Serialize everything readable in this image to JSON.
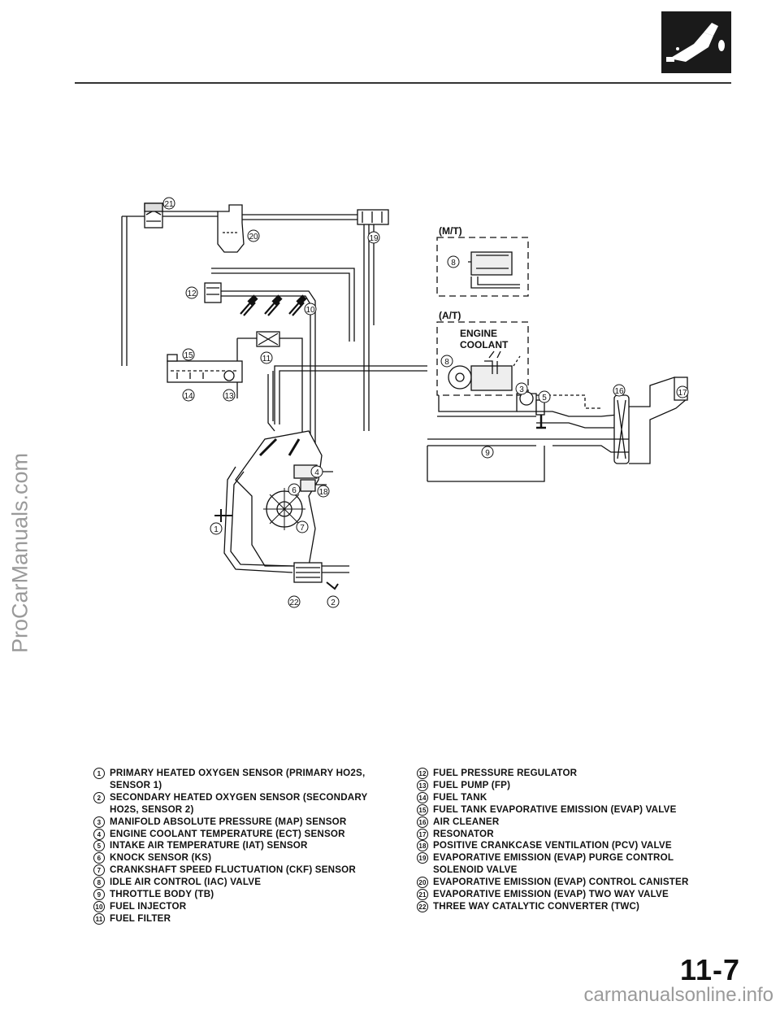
{
  "watermarks": {
    "side": "ProCarManuals.com",
    "bottom": "carmanualsonline.info"
  },
  "section_icon": "fuel-and-emissions-icon",
  "diagram": {
    "labels": {
      "mt": "(M/T)",
      "at": "(A/T)",
      "engine_coolant_line1": "ENGINE",
      "engine_coolant_line2": "COOLANT"
    },
    "callouts": [
      "1",
      "2",
      "3",
      "4",
      "5",
      "6",
      "7",
      "8",
      "9",
      "10",
      "11",
      "12",
      "13",
      "14",
      "15",
      "16",
      "17",
      "18",
      "19",
      "20",
      "21",
      "22"
    ]
  },
  "legend": {
    "left": [
      {
        "num": "1",
        "text": "PRIMARY HEATED OXYGEN SENSOR (PRIMARY HO2S, SENSOR 1)"
      },
      {
        "num": "2",
        "text": "SECONDARY HEATED OXYGEN SENSOR (SECONDARY HO2S, SENSOR 2)"
      },
      {
        "num": "3",
        "text": "MANIFOLD ABSOLUTE PRESSURE (MAP) SENSOR"
      },
      {
        "num": "4",
        "text": "ENGINE COOLANT TEMPERATURE (ECT) SENSOR"
      },
      {
        "num": "5",
        "text": "INTAKE AIR TEMPERATURE (IAT) SENSOR"
      },
      {
        "num": "6",
        "text": "KNOCK SENSOR (KS)"
      },
      {
        "num": "7",
        "text": "CRANKSHAFT SPEED FLUCTUATION (CKF) SENSOR"
      },
      {
        "num": "8",
        "text": "IDLE AIR CONTROL (IAC) VALVE"
      },
      {
        "num": "9",
        "text": "THROTTLE BODY (TB)"
      },
      {
        "num": "10",
        "text": "FUEL INJECTOR"
      },
      {
        "num": "11",
        "text": "FUEL FILTER"
      }
    ],
    "right": [
      {
        "num": "12",
        "text": "FUEL PRESSURE REGULATOR"
      },
      {
        "num": "13",
        "text": "FUEL PUMP (FP)"
      },
      {
        "num": "14",
        "text": "FUEL TANK"
      },
      {
        "num": "15",
        "text": "FUEL TANK EVAPORATIVE EMISSION (EVAP) VALVE"
      },
      {
        "num": "16",
        "text": "AIR CLEANER"
      },
      {
        "num": "17",
        "text": "RESONATOR"
      },
      {
        "num": "18",
        "text": "POSITIVE CRANKCASE VENTILATION (PCV) VALVE"
      },
      {
        "num": "19",
        "text": "EVAPORATIVE EMISSION (EVAP) PURGE CONTROL SOLENOID VALVE"
      },
      {
        "num": "20",
        "text": "EVAPORATIVE EMISSION (EVAP) CONTROL CANISTER"
      },
      {
        "num": "21",
        "text": "EVAPORATIVE EMISSION (EVAP) TWO WAY VALVE"
      },
      {
        "num": "22",
        "text": "THREE WAY CATALYTIC CONVERTER (TWC)"
      }
    ]
  },
  "page_number": "11-7"
}
